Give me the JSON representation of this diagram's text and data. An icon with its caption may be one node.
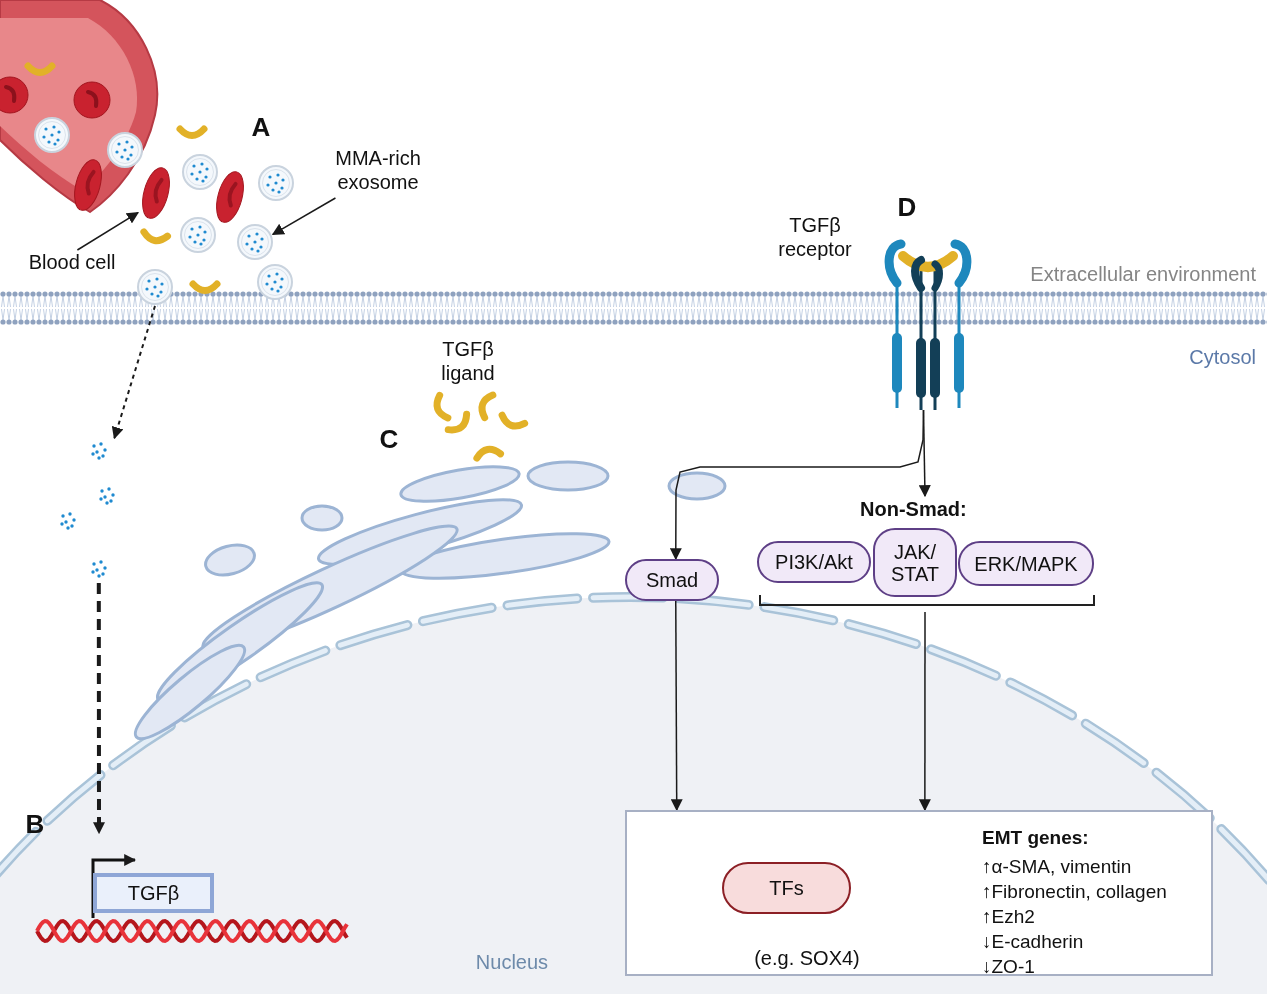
{
  "diagram": {
    "nodes": [
      {
        "text": [
          "Blood cell"
        ]
      },
      {
        "text": [],
        "shape": "picture"
      },
      {
        "text": [
          "MMA-rich exosome"
        ]
      },
      {
        "text": [],
        "shape": "picture"
      },
      {
        "text": [],
        "shape": "picture"
      },
      {
        "text": [],
        "shape": "picture"
      },
      {
        "text": [
          "TGFβ"
        ]
      },
      {
        "text": [],
        "shape": "picture",
        "beside": [
          "TGFβ receptor"
        ]
      },
      {
        "text": [
          "Smad"
        ]
      },
      {
        "text": [
          "Non-Smad:"
        ]
      },
      {
        "text": [
          "PI3K/Akt"
        ],
        "in": 9
      },
      {
        "text": [
          "JAK/ STAT"
        ],
        "in": 9
      },
      {
        "text": [
          "ERK/MAPK"
        ],
        "in": 9
      },
      {
        "text": [
          "EMT genes:",
          "↑α-SMA, vimentin",
          "↑Fibronectin, collagen",
          "↑Ezh2",
          "↓E-cadherin",
          "↓ZO-1"
        ]
      },
      {
        "text": [
          "TFs"
        ],
        "in": 13,
        "beside": [
          "(e.g. SOX4)"
        ]
      }
    ],
    "edges": [
      {
        "from": 0,
        "to": 1,
        "arrow": "to"
      },
      {
        "from": 2,
        "to": 3,
        "arrow": "to"
      },
      {
        "from": 4,
        "to": 5,
        "arrow": "to",
        "style": "dashed"
      },
      {
        "from": 5,
        "to": 6,
        "arrow": "to",
        "style": "dashed"
      },
      {
        "from": 7,
        "to": 8,
        "arrow": "to"
      },
      {
        "from": 7,
        "to": 9,
        "arrow": "to"
      },
      {
        "from": 8,
        "to": 13,
        "arrow": "to"
      },
      {
        "from": 9,
        "to": 13,
        "arrow": "to"
      }
    ],
    "labels": [
      "A",
      "D",
      "Extracellular environment",
      "Cytosol",
      "TGFβ ligand",
      "C",
      "B",
      "Nucleus"
    ]
  }
}
